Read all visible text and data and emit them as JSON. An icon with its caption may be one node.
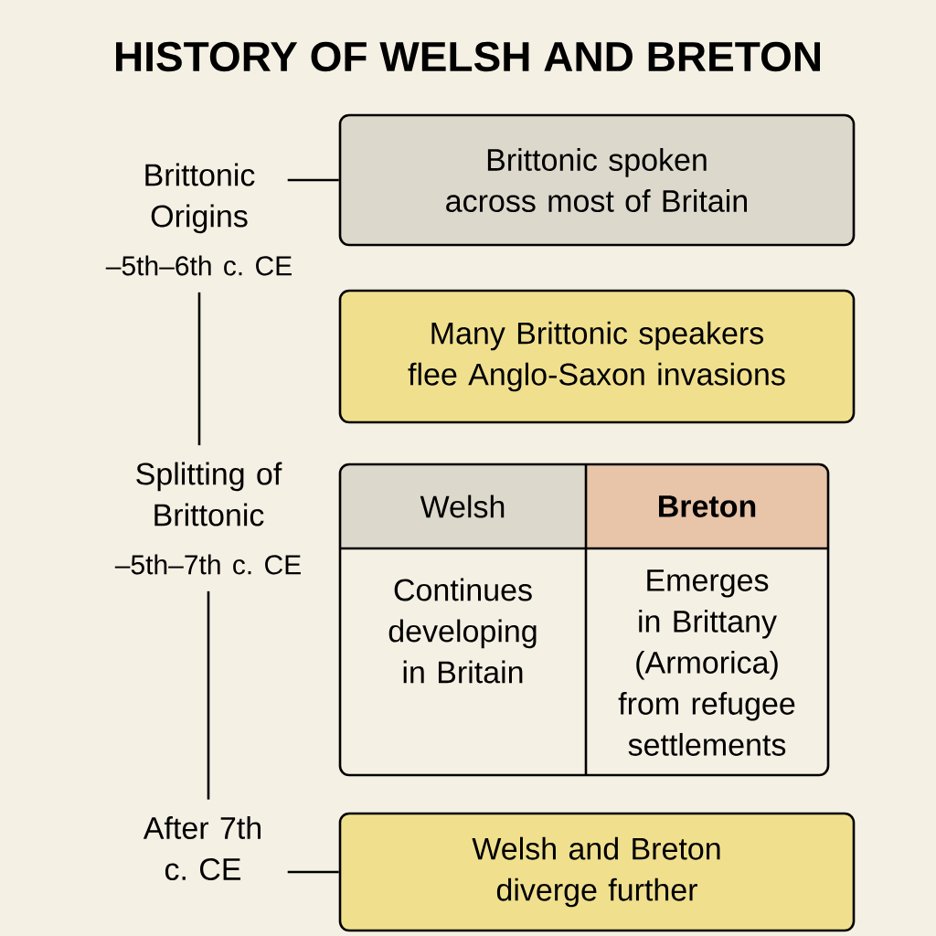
{
  "diagram": {
    "title": "HISTORY OF WELSH AND BRETON",
    "nodes": [
      {
        "text": [
          "Brittonic Origins"
        ],
        "beside": [
          "–5th–6th c. CE"
        ]
      },
      {
        "text": [
          "Brittonic spoken across most of Britain"
        ]
      },
      {
        "text": [
          "Many Brittonic speakers flee Anglo-Saxon invasions"
        ]
      },
      {
        "text": [
          "Splitting of Brittonic"
        ],
        "beside": [
          "–5th–7th c. CE"
        ]
      },
      {
        "text": [],
        "shape": "box"
      },
      {
        "text": [
          "Welsh"
        ],
        "in": 4
      },
      {
        "text": [
          "Breton"
        ],
        "in": 4
      },
      {
        "text": [
          "Continues developing in Britain"
        ],
        "in": 4
      },
      {
        "text": [
          "Emerges in Brittany (Armorica) from refugee settlements"
        ],
        "in": 4
      },
      {
        "text": [
          "After 7th c. CE"
        ]
      },
      {
        "text": [
          "Welsh and Breton diverge further"
        ]
      }
    ],
    "edges": [
      {
        "from": 0,
        "to": 1,
        "arrow": "none"
      },
      {
        "from": 0,
        "to": 3,
        "arrow": "none"
      },
      {
        "from": 3,
        "to": 9,
        "arrow": "none"
      },
      {
        "from": 9,
        "to": 10,
        "arrow": "none"
      }
    ]
  }
}
